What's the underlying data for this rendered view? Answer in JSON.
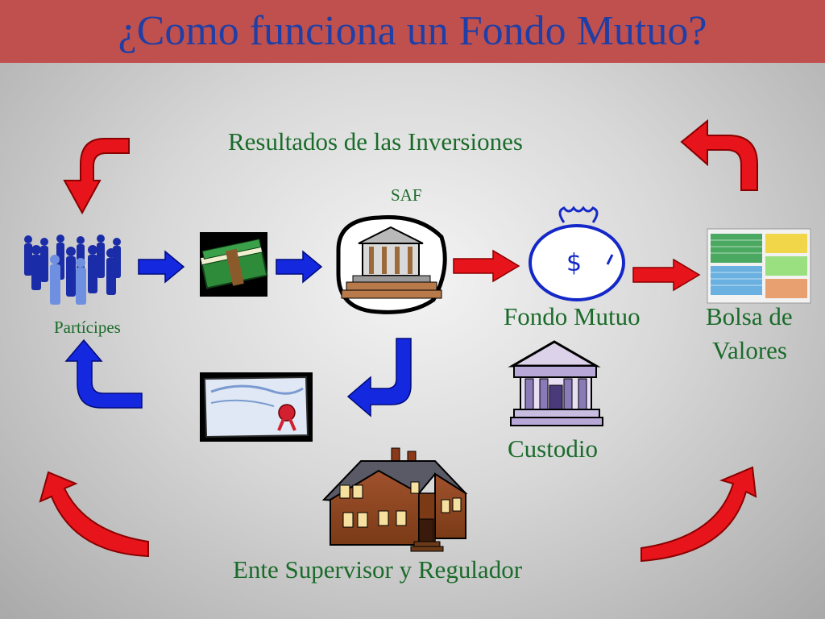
{
  "title": "¿Como funciona un Fondo Mutuo?",
  "labels": {
    "results": "Resultados de las Inversiones",
    "saf": "SAF",
    "participants": "Partícipes",
    "fund": "Fondo Mutuo",
    "exchange_line1": "Bolsa de",
    "exchange_line2": "Valores",
    "custodian": "Custodio",
    "regulator": "Ente Supervisor y Regulador"
  },
  "colors": {
    "title_bar": "#c0504d",
    "title_text": "#1f3fa6",
    "label_text": "#1a6b2a",
    "arrow_red": "#e8141b",
    "arrow_blue": "#1428e0"
  },
  "icons": [
    "people-group-icon",
    "money-stack-icon",
    "bank-building-icon",
    "money-bag-icon",
    "stock-screen-icon",
    "certificate-icon",
    "custodian-building-icon",
    "regulator-house-icon"
  ]
}
